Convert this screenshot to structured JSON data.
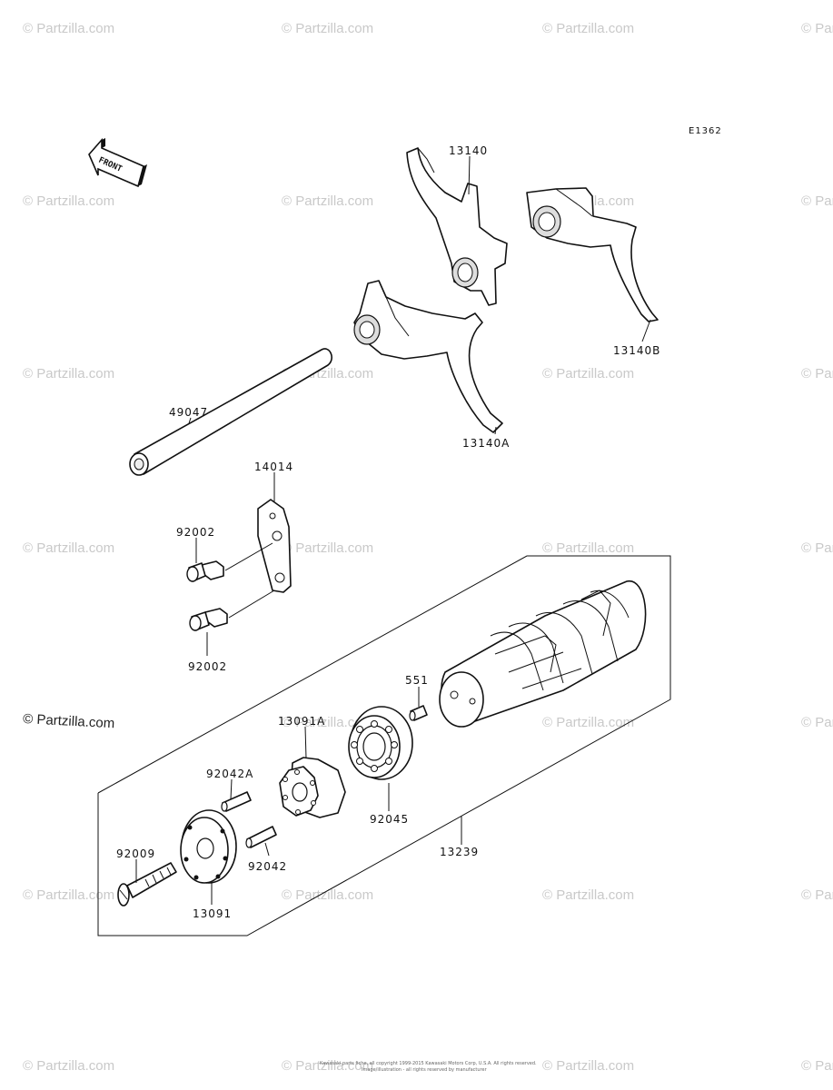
{
  "watermark": {
    "text": "© Partzilla.com",
    "prominent_text": "© Partzilla.com"
  },
  "diagram_code": "E1362",
  "front_label": "FRONT",
  "copyright_line_1": "Kawasaki parts fiche, all copyright 1999-2015 Kawasaki Motors Corp, U.S.A. All rights reserved.",
  "copyright_line_2": "Image/illustration - all rights reserved by manufacturer",
  "parts": {
    "p13140": "13140",
    "p13140B": "13140B",
    "p13140A": "13140A",
    "p49047": "49047",
    "p14014": "14014",
    "p92002_top": "92002",
    "p92002_bottom": "92002",
    "p551": "551",
    "p13091A": "13091A",
    "p92042A": "92042A",
    "p92045": "92045",
    "p92009": "92009",
    "p92042": "92042",
    "p13239": "13239",
    "p13091": "13091"
  }
}
